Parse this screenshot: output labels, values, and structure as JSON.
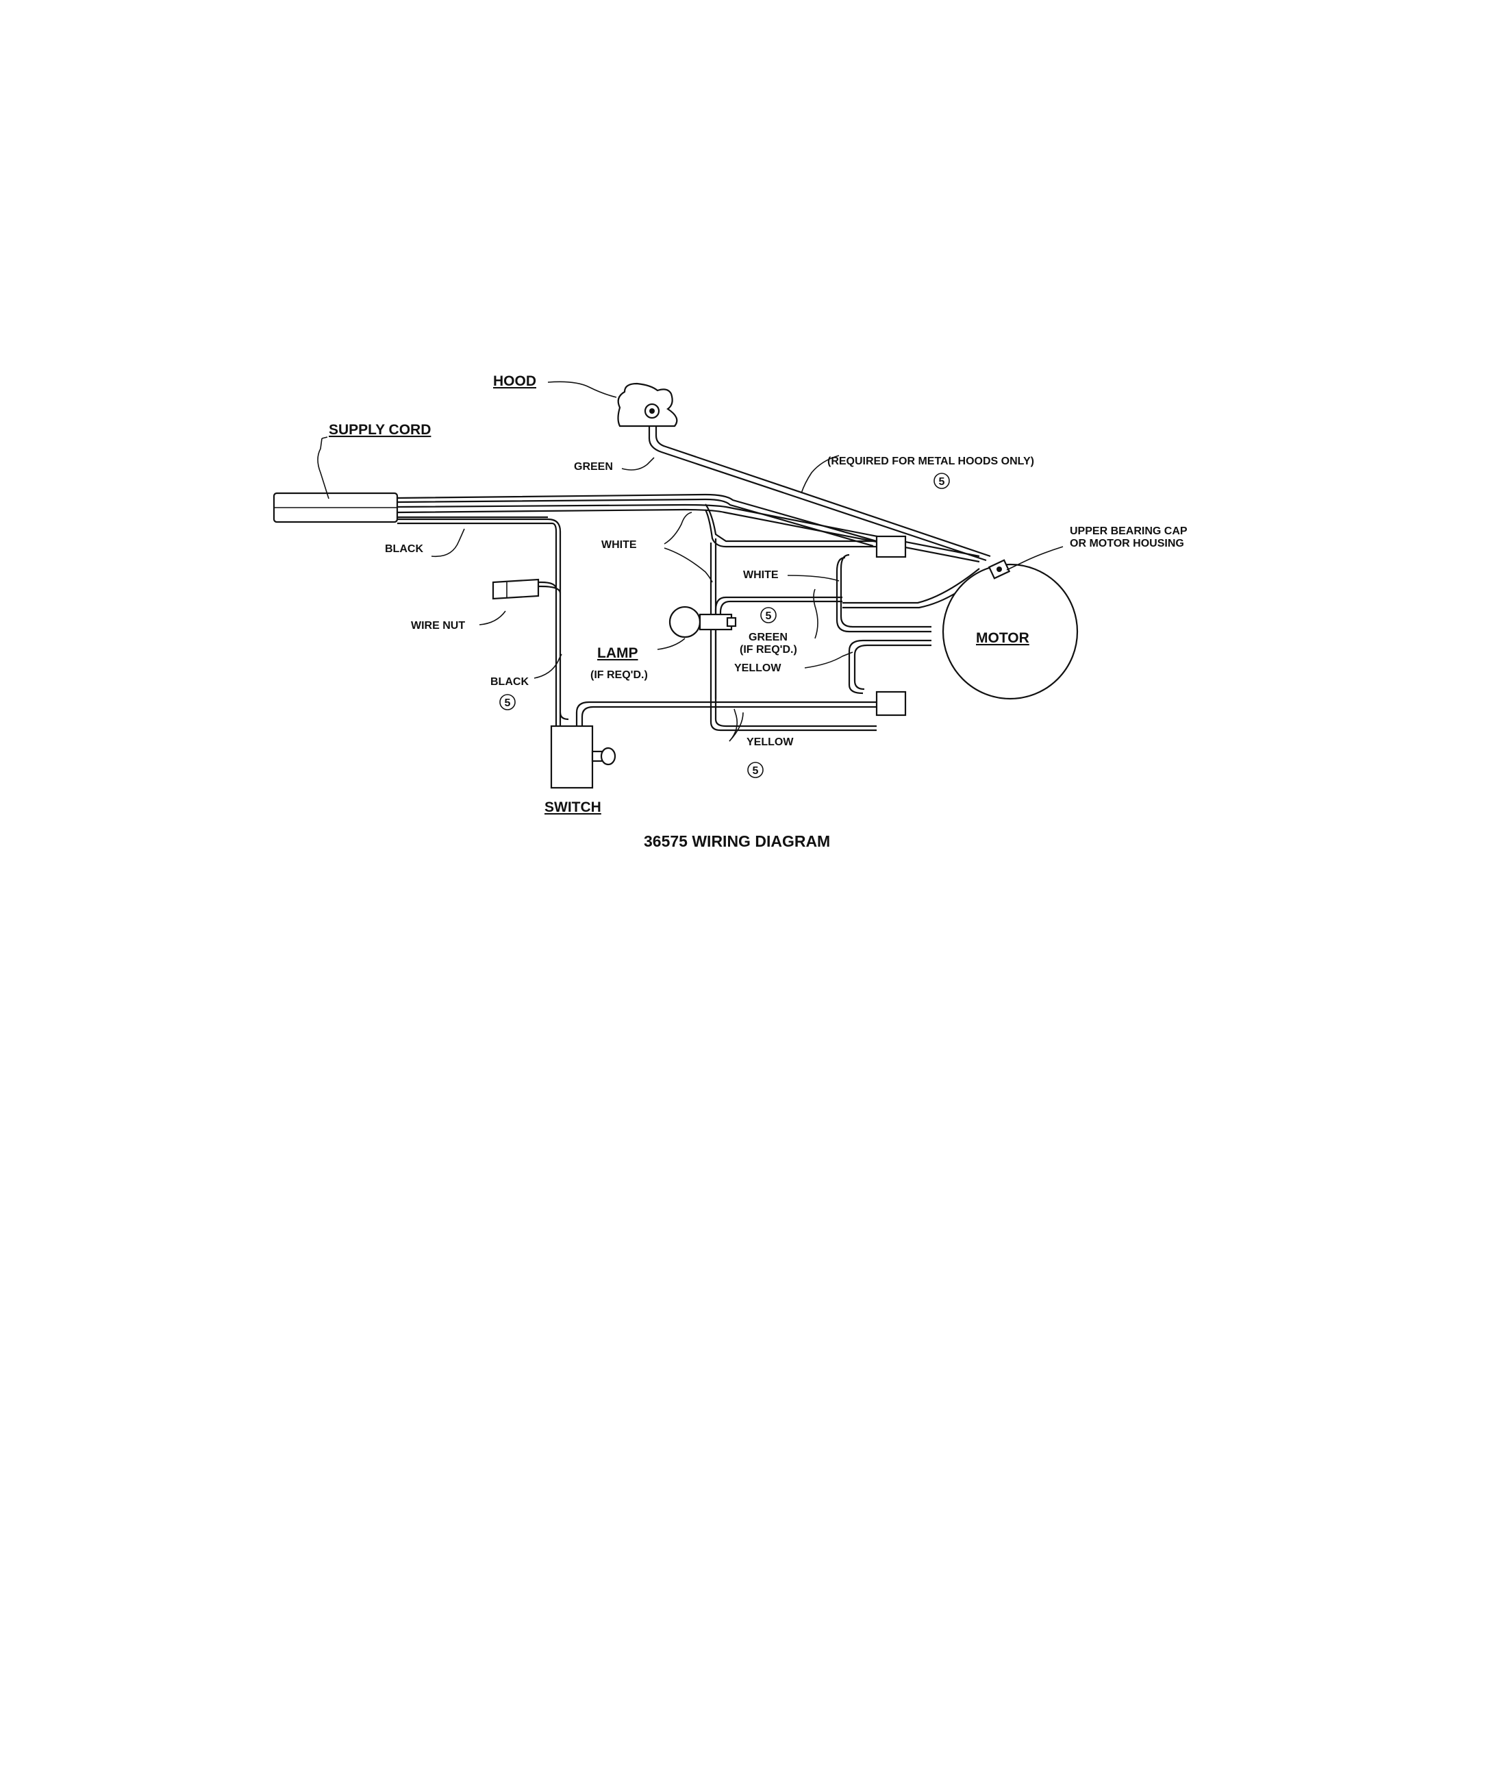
{
  "diagram": {
    "title": "36575 WIRING DIAGRAM",
    "labels": {
      "hood": "HOOD",
      "supply_cord": "SUPPLY CORD",
      "green_top": "GREEN",
      "required_note": "(REQUIRED FOR METAL HOODS ONLY)",
      "black_top": "BLACK",
      "white_left": "WHITE",
      "white_right": "WHITE",
      "upper_bearing_line1": "UPPER BEARING CAP",
      "upper_bearing_line2": "OR MOTOR HOUSING",
      "wire_nut": "WIRE NUT",
      "lamp": "LAMP",
      "lamp_req": "(IF REQ'D.)",
      "green_mid": "GREEN",
      "green_req": "(IF REQ'D.)",
      "yellow_mid": "YELLOW",
      "motor": "MOTOR",
      "black_bottom": "BLACK",
      "yellow_bottom": "YELLOW",
      "switch": "SWITCH"
    },
    "callout_number": "5"
  }
}
